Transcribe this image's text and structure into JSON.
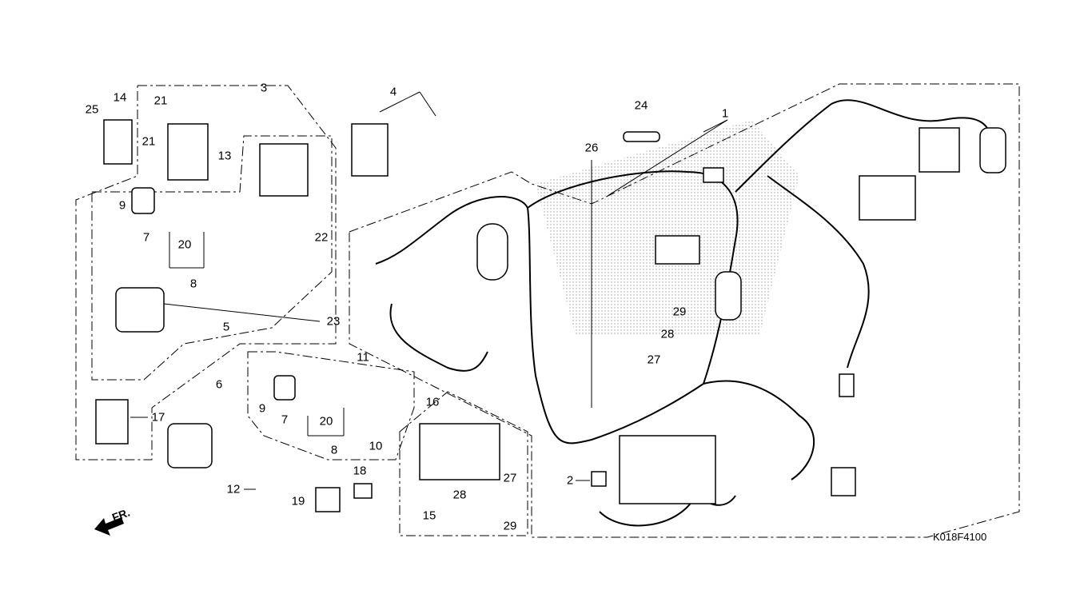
{
  "diagram_code": "K018F4100",
  "front_indicator": "FR.",
  "callouts": [
    {
      "id": "25",
      "label": "25"
    },
    {
      "id": "14",
      "label": "14"
    },
    {
      "id": "21a",
      "label": "21"
    },
    {
      "id": "21b",
      "label": "21"
    },
    {
      "id": "13",
      "label": "13"
    },
    {
      "id": "3",
      "label": "3"
    },
    {
      "id": "4",
      "label": "4"
    },
    {
      "id": "24",
      "label": "24"
    },
    {
      "id": "26",
      "label": "26"
    },
    {
      "id": "1",
      "label": "1"
    },
    {
      "id": "9a",
      "label": "9"
    },
    {
      "id": "7a",
      "label": "7"
    },
    {
      "id": "20a",
      "label": "20"
    },
    {
      "id": "8a",
      "label": "8"
    },
    {
      "id": "22",
      "label": "22"
    },
    {
      "id": "5",
      "label": "5"
    },
    {
      "id": "23",
      "label": "23"
    },
    {
      "id": "11",
      "label": "11"
    },
    {
      "id": "9b",
      "label": "9"
    },
    {
      "id": "7b",
      "label": "7"
    },
    {
      "id": "20b",
      "label": "20"
    },
    {
      "id": "8b",
      "label": "8"
    },
    {
      "id": "10",
      "label": "10"
    },
    {
      "id": "17",
      "label": "17"
    },
    {
      "id": "6",
      "label": "6"
    },
    {
      "id": "16",
      "label": "16"
    },
    {
      "id": "27a",
      "label": "27"
    },
    {
      "id": "28a",
      "label": "28"
    },
    {
      "id": "29a",
      "label": "29"
    },
    {
      "id": "15",
      "label": "15"
    },
    {
      "id": "18",
      "label": "18"
    },
    {
      "id": "19",
      "label": "19"
    },
    {
      "id": "12",
      "label": "12"
    },
    {
      "id": "2",
      "label": "2"
    },
    {
      "id": "29b",
      "label": "29"
    },
    {
      "id": "28b",
      "label": "28"
    },
    {
      "id": "27b",
      "label": "27"
    }
  ]
}
